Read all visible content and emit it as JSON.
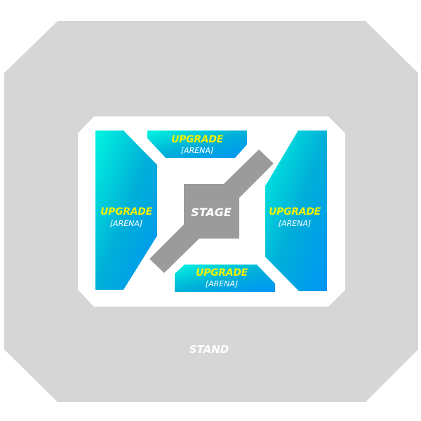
{
  "colors": {
    "stand": "#d6d6d6",
    "floor": "#ffffff",
    "stage": "#9b9b9b",
    "section_gradient_start": "#00f5e0",
    "section_gradient_end": "#0094f5",
    "section_title": "#f2f200"
  },
  "stand": {
    "label": "STAND"
  },
  "stage": {
    "label": "STAGE"
  },
  "sections": [
    {
      "id": "left",
      "title": "UPGRADE",
      "subtitle": "[ARENA]"
    },
    {
      "id": "top",
      "title": "UPGRADE",
      "subtitle": "[ARENA]"
    },
    {
      "id": "right",
      "title": "UPGRADE",
      "subtitle": "[ARENA]"
    },
    {
      "id": "bottom",
      "title": "UPGRADE",
      "subtitle": "[ARENA]"
    }
  ]
}
